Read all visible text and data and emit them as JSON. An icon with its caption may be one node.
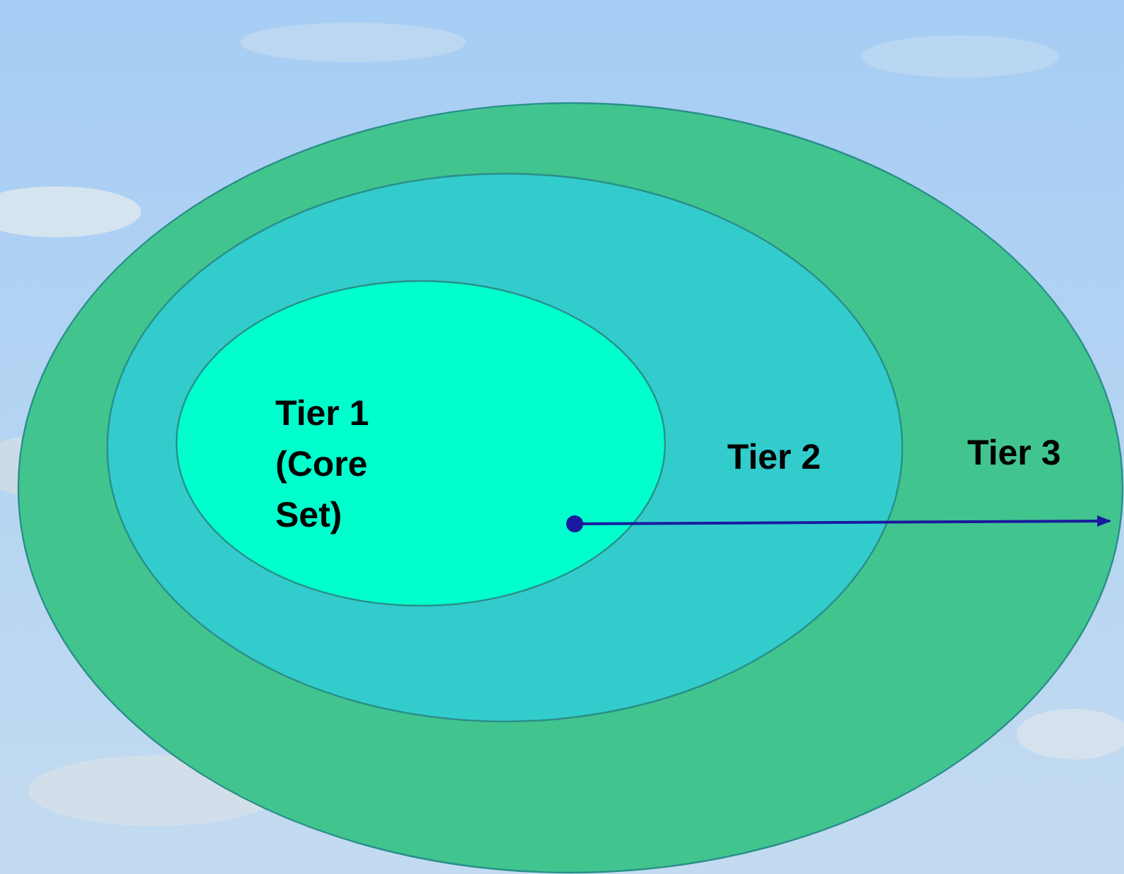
{
  "diagram": {
    "nodes": [
      {
        "text": [
          "Tier 3"
        ]
      },
      {
        "text": [
          "Tier 2"
        ],
        "in": 0
      },
      {
        "text": [
          "Tier 1 (Core Set)"
        ],
        "in": 1
      }
    ],
    "edges": [
      {
        "from": 2,
        "to": 0,
        "arrow": "to"
      }
    ]
  }
}
